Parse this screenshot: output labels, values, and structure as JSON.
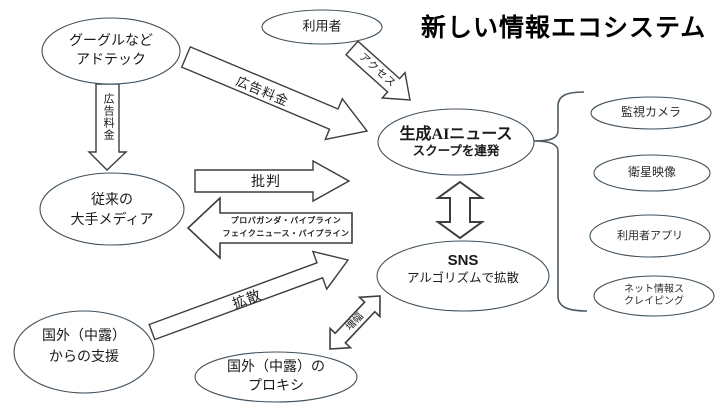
{
  "title": "新しい情報エコシステム",
  "colors": {
    "background": "#ffffff",
    "node_stroke": "#41505b",
    "arrow_stroke": "#3d3d3d",
    "text": "#1a1a1a"
  },
  "nodes": {
    "google_adtech": {
      "line1": "グーグルなど",
      "line2": "アドテック"
    },
    "users": {
      "label": "利用者"
    },
    "legacy_media": {
      "line1": "従来の",
      "line2": "大手メディア"
    },
    "genai_news": {
      "line1": "生成AIニュース",
      "line2": "スクープを連発"
    },
    "sns": {
      "line1": "SNS",
      "line2": "アルゴリズムで拡散"
    },
    "foreign_support": {
      "line1": "国外（中露）",
      "line2": "からの支援"
    },
    "foreign_proxy": {
      "line1": "国外（中露）の",
      "line2": "プロキシ"
    },
    "surveillance_camera": {
      "label": "監視カメラ"
    },
    "satellite_imagery": {
      "label": "衛星映像"
    },
    "user_apps": {
      "label": "利用者アプリ"
    },
    "web_scraping": {
      "line1": "ネット情報ス",
      "line2": "クレイピング"
    }
  },
  "arrows": {
    "ad_fees_vertical": {
      "label": "広告料金"
    },
    "ad_fees_diagonal": {
      "label": "広告料金"
    },
    "access": {
      "label": "アクセス"
    },
    "criticism": {
      "label": "批判"
    },
    "propaganda_pipeline": {
      "line1": "プロパガンダ・パイプライン",
      "line2": "フェイクニュース・パイプライン"
    },
    "spread": {
      "label": "拡散"
    },
    "amplification": {
      "label": "増幅"
    }
  }
}
